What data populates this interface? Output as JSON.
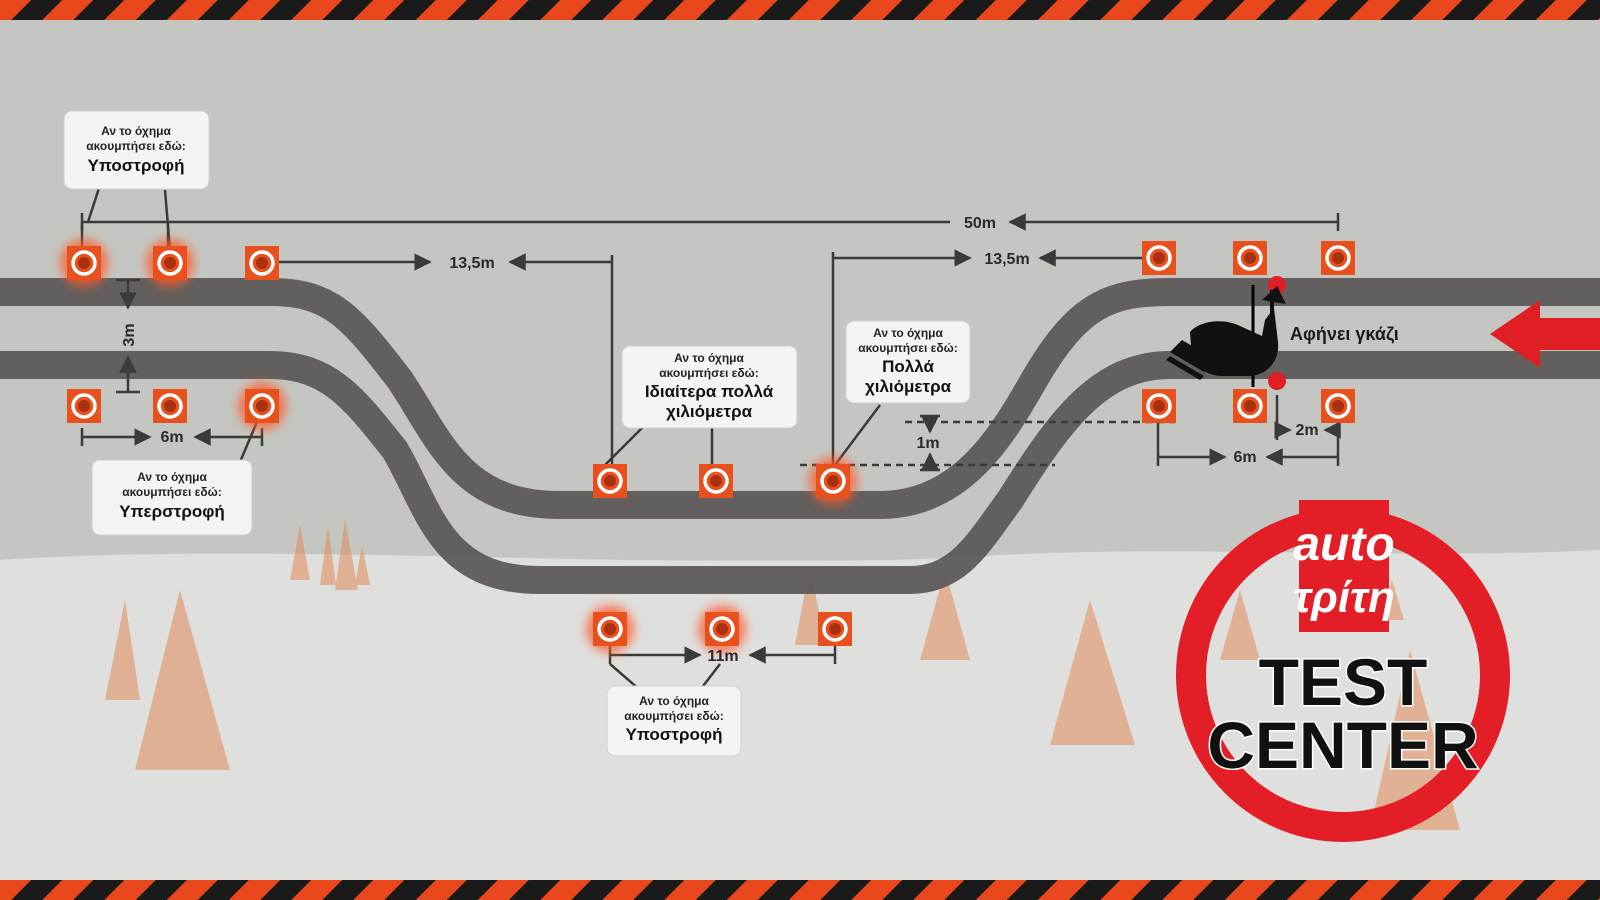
{
  "callouts": {
    "top_left": {
      "line1": "Αν το όχημα",
      "line2": "ακουμπήσει εδώ:",
      "result": "Υποστροφή"
    },
    "left_bottom": {
      "line1": "Αν το όχημα",
      "line2": "ακουμπήσει εδώ:",
      "result": "Υπερστροφή"
    },
    "center": {
      "line1": "Αν το όχημα",
      "line2": "ακουμπήσει εδώ:",
      "result1": "Ιδιαίτερα πολλά",
      "result2": "χιλιόμετρα"
    },
    "center_right": {
      "line1": "Αν το όχημα",
      "line2": "ακουμπήσει εδώ:",
      "result1": "Πολλά",
      "result2": "χιλιόμετρα"
    },
    "bottom": {
      "line1": "Αν το όχημα",
      "line2": "ακουμπήσει εδώ:",
      "result": "Υποστροφή"
    }
  },
  "measurements": {
    "total": "50m",
    "entry_gap": "13,5m",
    "exit_gap": "13,5m",
    "lane_width": "3m",
    "left_gate": "6m",
    "offset": "1m",
    "bottom_gate": "11m",
    "right_gate": "6m",
    "right_sub": "2m"
  },
  "action": {
    "label": "Αφήνει γκάζι"
  },
  "logo": {
    "brand_top": "auto",
    "brand_bottom": "τρίτη",
    "title1": "TEST",
    "title2": "CENTER"
  },
  "colors": {
    "stripe_orange": "#e8481c",
    "stripe_dark": "#1a1a1a",
    "logo_red": "#e31e26",
    "arrow_red": "#e01f25",
    "cone_orange": "#e8501e",
    "track": "#5a5756"
  }
}
